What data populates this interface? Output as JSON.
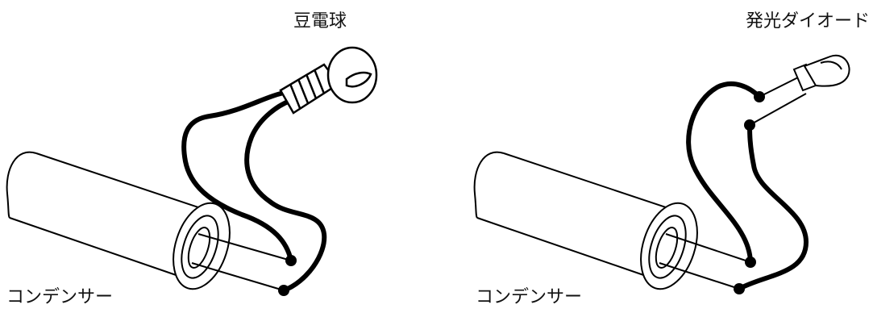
{
  "labels": {
    "bulb": "豆電球",
    "led": "発光ダイオード",
    "capacitor_left": "コンデンサー",
    "capacitor_right": "コンデンサー"
  },
  "colors": {
    "line": "#000000",
    "background": "#ffffff"
  }
}
